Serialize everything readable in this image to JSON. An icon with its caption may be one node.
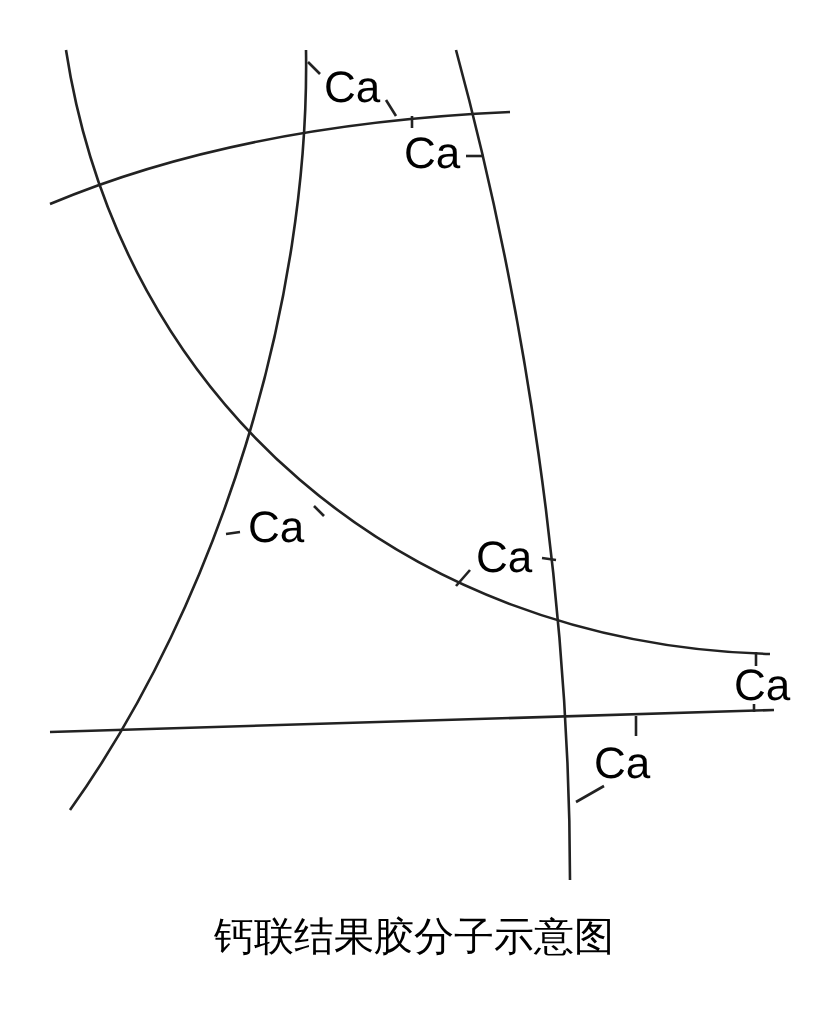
{
  "diagram": {
    "caption": "钙联结果胶分子示意图",
    "labels": [
      "Ca",
      "Ca",
      "Ca",
      "Ca",
      "Ca",
      "Ca"
    ]
  }
}
